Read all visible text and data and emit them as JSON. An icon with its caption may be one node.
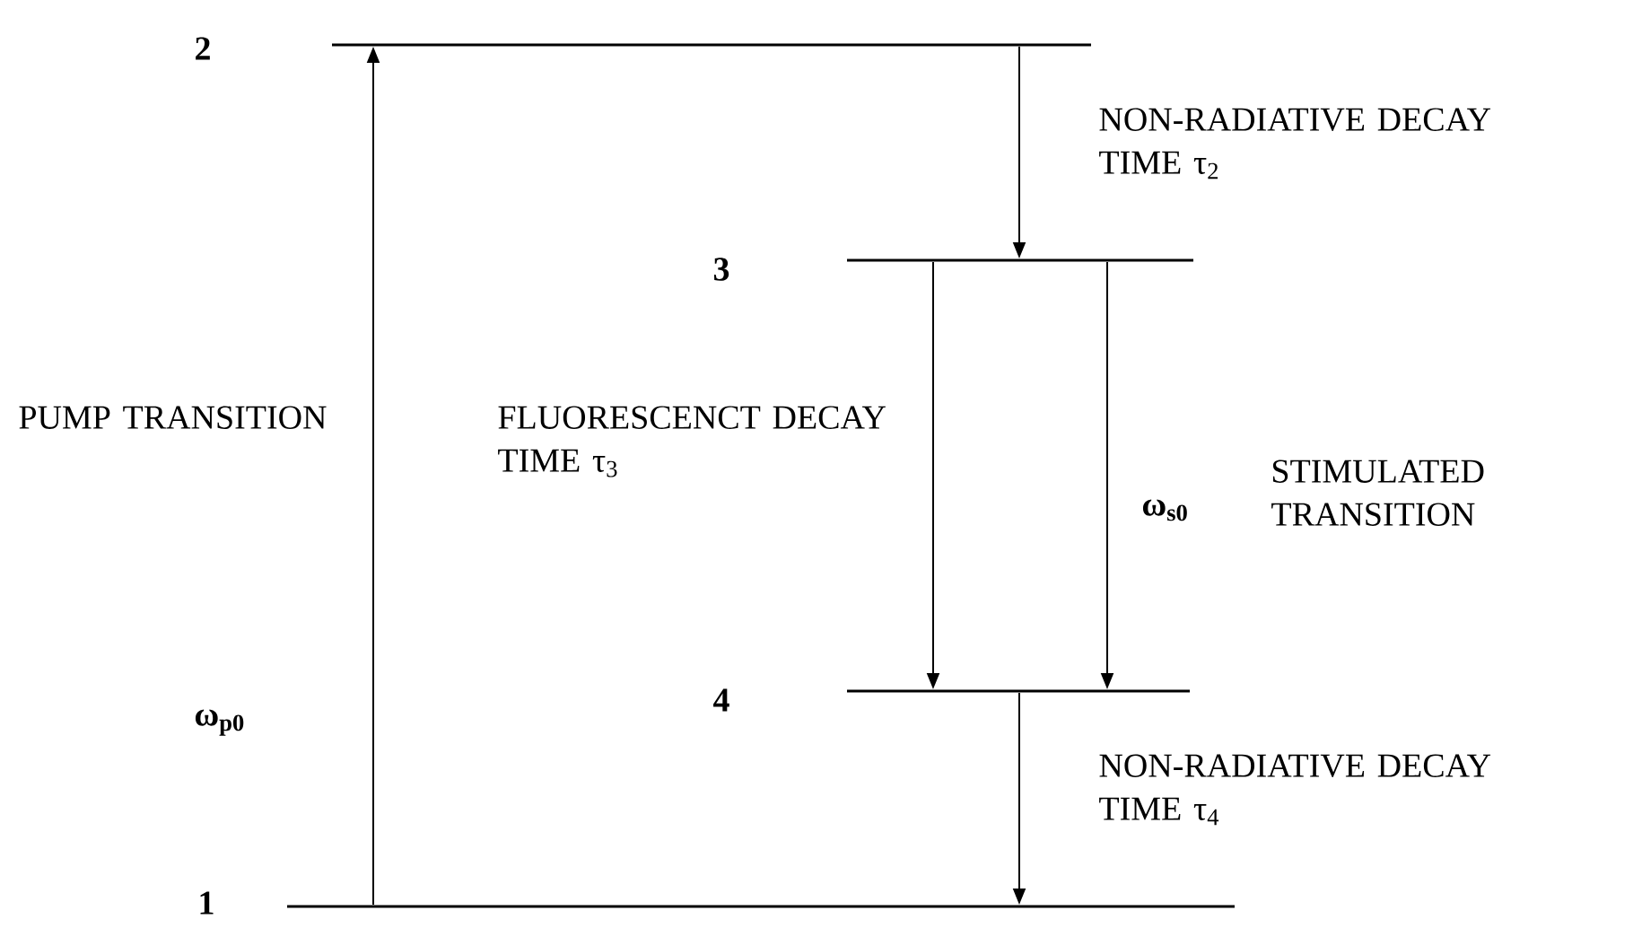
{
  "diagram": {
    "nodes": [
      {
        "text": [],
        "shape": "bar",
        "beside": [
          "2"
        ]
      },
      {
        "text": [],
        "shape": "bar",
        "beside": [
          "3"
        ]
      },
      {
        "text": [],
        "shape": "bar",
        "beside": [
          "4"
        ]
      },
      {
        "text": [],
        "shape": "bar",
        "beside": [
          "1"
        ]
      }
    ],
    "edges": [
      {
        "from": 3,
        "to": 0,
        "arrow": "to"
      },
      {
        "from": 0,
        "to": 1,
        "arrow": "to"
      },
      {
        "from": 1,
        "to": 2,
        "arrow": "to"
      },
      {
        "from": 1,
        "to": 2,
        "arrow": "to"
      },
      {
        "from": 2,
        "to": 3,
        "arrow": "to"
      }
    ],
    "labels": [
      "PUMP TRANSITION",
      "ω$_{p0}$",
      "NON-RADIATIVE DECAY TIME τ$_{2}$",
      "FLUORESCENCT DECAY TIME τ$_{3}$",
      "ω$_{s0}$",
      "STIMULATED TRANSITION",
      "NON-RADIATIVE DECAY TIME τ$_{4}$"
    ]
  }
}
